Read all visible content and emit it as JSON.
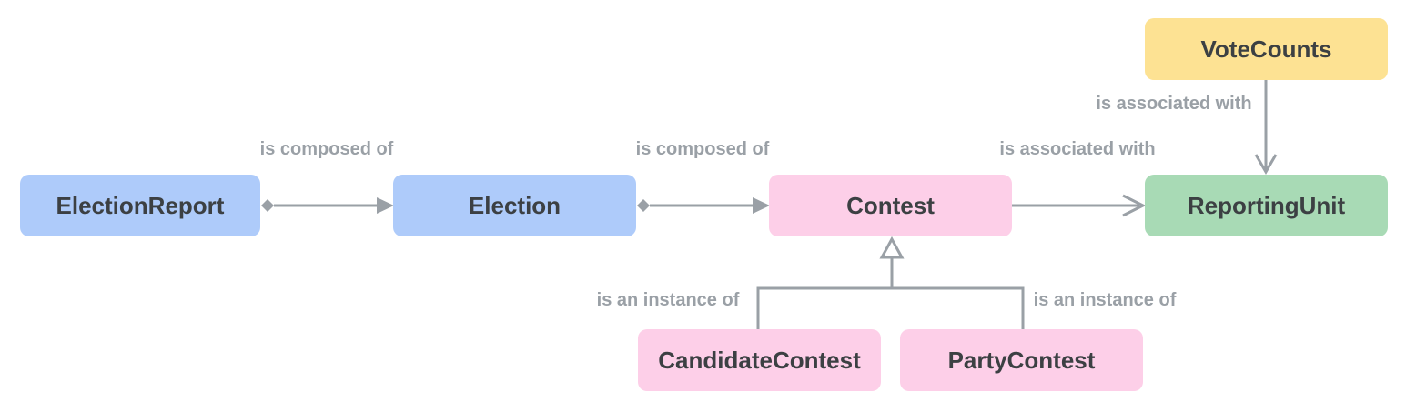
{
  "diagram": {
    "nodes": {
      "election_report": {
        "label": "ElectionReport",
        "fill": "#aecbfa"
      },
      "election": {
        "label": "Election",
        "fill": "#aecbfa"
      },
      "contest": {
        "label": "Contest",
        "fill": "#fdcfe8"
      },
      "reporting_unit": {
        "label": "ReportingUnit",
        "fill": "#a8dab5"
      },
      "vote_counts": {
        "label": "VoteCounts",
        "fill": "#fde293"
      },
      "candidate_contest": {
        "label": "CandidateContest",
        "fill": "#fdcfe8"
      },
      "party_contest": {
        "label": "PartyContest",
        "fill": "#fdcfe8"
      }
    },
    "edge_labels": {
      "electionreport_election": "is composed of",
      "election_contest": "is composed of",
      "contest_reportingunit": "is associated with",
      "votecounts_reportingunit": "is associated with",
      "candidatecontest_contest": "is an instance of",
      "partycontest_contest": "is an instance of"
    },
    "colors": {
      "blue": "#aecbfa",
      "pink": "#fdcfe8",
      "green": "#a8dab5",
      "yellow": "#fde293",
      "edge": "#9aa0a6",
      "node-text": "#3c4043",
      "label-text": "#9aa0a6",
      "bg": "#ffffff"
    }
  }
}
